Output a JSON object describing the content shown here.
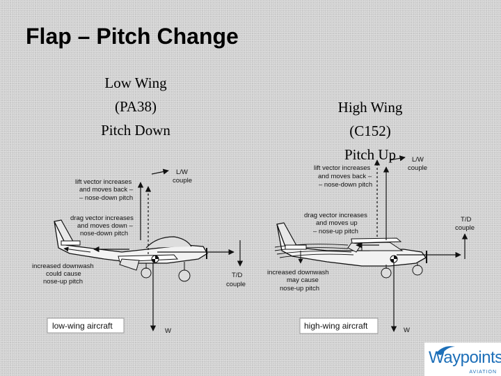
{
  "title": "Flap – Pitch Change",
  "left_caption": {
    "line1": "Low Wing",
    "line2": "(PA38)",
    "line3": "Pitch Down"
  },
  "right_caption": {
    "line1": "High Wing",
    "line2": "(C152)",
    "line3": "Pitch Up"
  },
  "left_diagram": {
    "lw_label": "L/W",
    "couple1": "couple",
    "lift_text": [
      "lift vector increases",
      "and moves back –",
      "– nose-down pitch"
    ],
    "drag_text": [
      "drag vector increases",
      "and moves down –",
      "nose-down pitch"
    ],
    "downwash_text": [
      "increased downwash",
      "could cause",
      "nose-up pitch"
    ],
    "td_label": "T/D",
    "couple2": "couple",
    "w_label": "W",
    "box_label": "low-wing aircraft"
  },
  "right_diagram": {
    "lw_label": "L/W",
    "couple1": "couple",
    "lift_text": [
      "lift vector increases",
      "and moves back –",
      "– nose-down pitch"
    ],
    "drag_text": [
      "drag vector increases",
      "and moves up",
      "– nose-up pitch"
    ],
    "downwash_text": [
      "increased downwash",
      "may cause",
      "nose-up pitch"
    ],
    "td_label": "T/D",
    "couple2": "couple",
    "w_label": "W",
    "box_label": "high-wing aircraft"
  },
  "logo": {
    "word": "Waypoints",
    "sub": "AVIATION"
  },
  "colors": {
    "background": "#cfcfcf",
    "logo_blue": "#1d6fb8"
  }
}
